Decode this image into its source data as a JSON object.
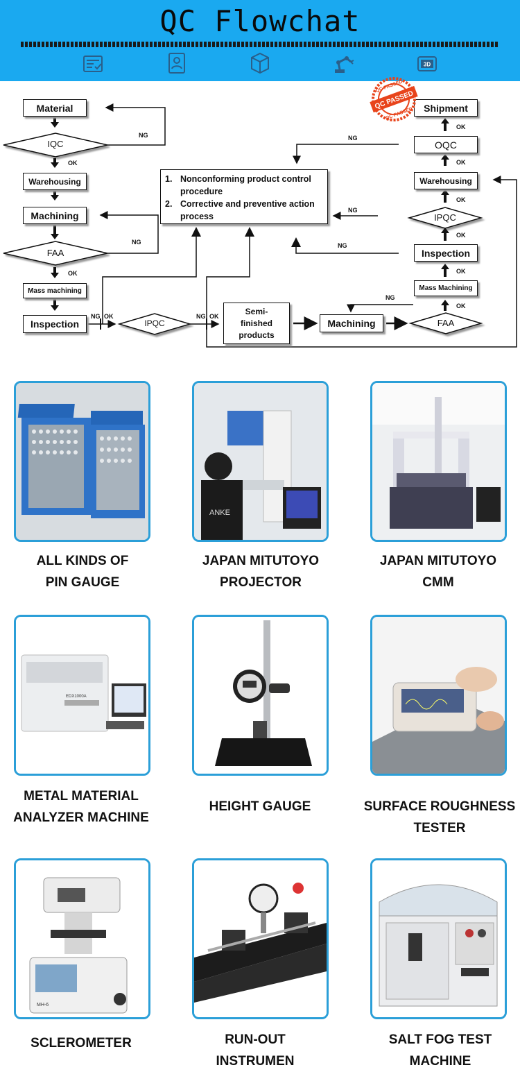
{
  "header": {
    "title": "QC Flowchat",
    "icons": [
      "document-check-icon",
      "id-badge-icon",
      "package-box-icon",
      "robot-arm-icon",
      "printer-3d-icon"
    ],
    "printer_label": "3D"
  },
  "stamp": {
    "line1": "QC PASSED",
    "line2": "QC PASSED"
  },
  "flow": {
    "left": {
      "material": "Material",
      "iqc": "IQC",
      "warehousing": "Warehousing",
      "machining": "Machining",
      "faa": "FAA",
      "mass_machining": "Mass machining",
      "inspection": "Inspection"
    },
    "center": {
      "proc1_num": "1.",
      "proc1": "Nonconforming product control procedure",
      "proc2_num": "2.",
      "proc2": "Corrective and preventive action process",
      "ipqc": "IPQC",
      "semi": "Semi-finished products",
      "machining": "Machining",
      "faa": "FAA"
    },
    "right": {
      "shipment": "Shipment",
      "oqc": "OQC",
      "warehousing": "Warehousing",
      "ipqc": "IPQC",
      "inspection": "Inspection",
      "mass_machining": "Mass Machining"
    },
    "tags": {
      "ng": "NG",
      "ok": "OK"
    }
  },
  "equipment": [
    {
      "line1": "ALL KINDS OF",
      "line2": "PIN GAUGE",
      "icon": "pin-gauge-photo"
    },
    {
      "line1": "JAPAN MITUTOYO",
      "line2": "PROJECTOR",
      "icon": "projector-photo"
    },
    {
      "line1": "JAPAN MITUTOYO",
      "line2": "CMM",
      "icon": "cmm-photo"
    },
    {
      "line1": "METAL MATERIAL",
      "line2": "ANALYZER MACHINE",
      "icon": "analyzer-photo"
    },
    {
      "line1": "HEIGHT GAUGE",
      "line2": "",
      "icon": "height-gauge-photo"
    },
    {
      "line1": "SURFACE ROUGHNESS",
      "line2": "TESTER",
      "icon": "roughness-tester-photo"
    },
    {
      "line1": "SCLEROMETER",
      "line2": "",
      "icon": "sclerometer-photo"
    },
    {
      "line1": "RUN-OUT",
      "line2": "INSTRUMEN",
      "icon": "runout-photo"
    },
    {
      "line1": "SALT FOG TEST",
      "line2": "MACHINE",
      "icon": "salt-fog-photo"
    }
  ],
  "photo_text": {
    "analyzer_model": "EDX1000A",
    "sclerometer_model": "MH-6",
    "projector_shirt": "ANKE"
  },
  "colors": {
    "header_bg": "#1aa9f0",
    "card_border": "#2b9fd8",
    "stamp": "#e8441b"
  }
}
